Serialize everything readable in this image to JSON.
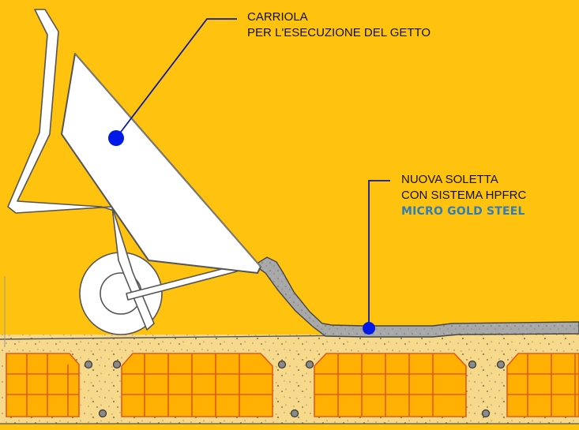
{
  "labels": {
    "wheelbarrow": {
      "line1": "CARRIOLA",
      "line2": "PER L'ESECUZIONE DEL GETTO"
    },
    "slab": {
      "line1": "NUOVA SOLETTA",
      "line2": "CON SISTEMA HPFRC",
      "brand": "MICRO GOLD STEEL"
    }
  },
  "colors": {
    "background": "#ffc20e",
    "leader": "#0a1aa8",
    "marker": "#0019e6",
    "brand": "#2e7fb8",
    "block_fill": "#ffb000",
    "block_stroke": "#e05a1c",
    "screed": "#f6d98a",
    "concrete": "#a8a8a8"
  },
  "icons": {
    "wheelbarrow": "wheelbarrow-icon",
    "block": "hollow-clay-block-icon",
    "rebar": "rebar-dot-icon"
  }
}
